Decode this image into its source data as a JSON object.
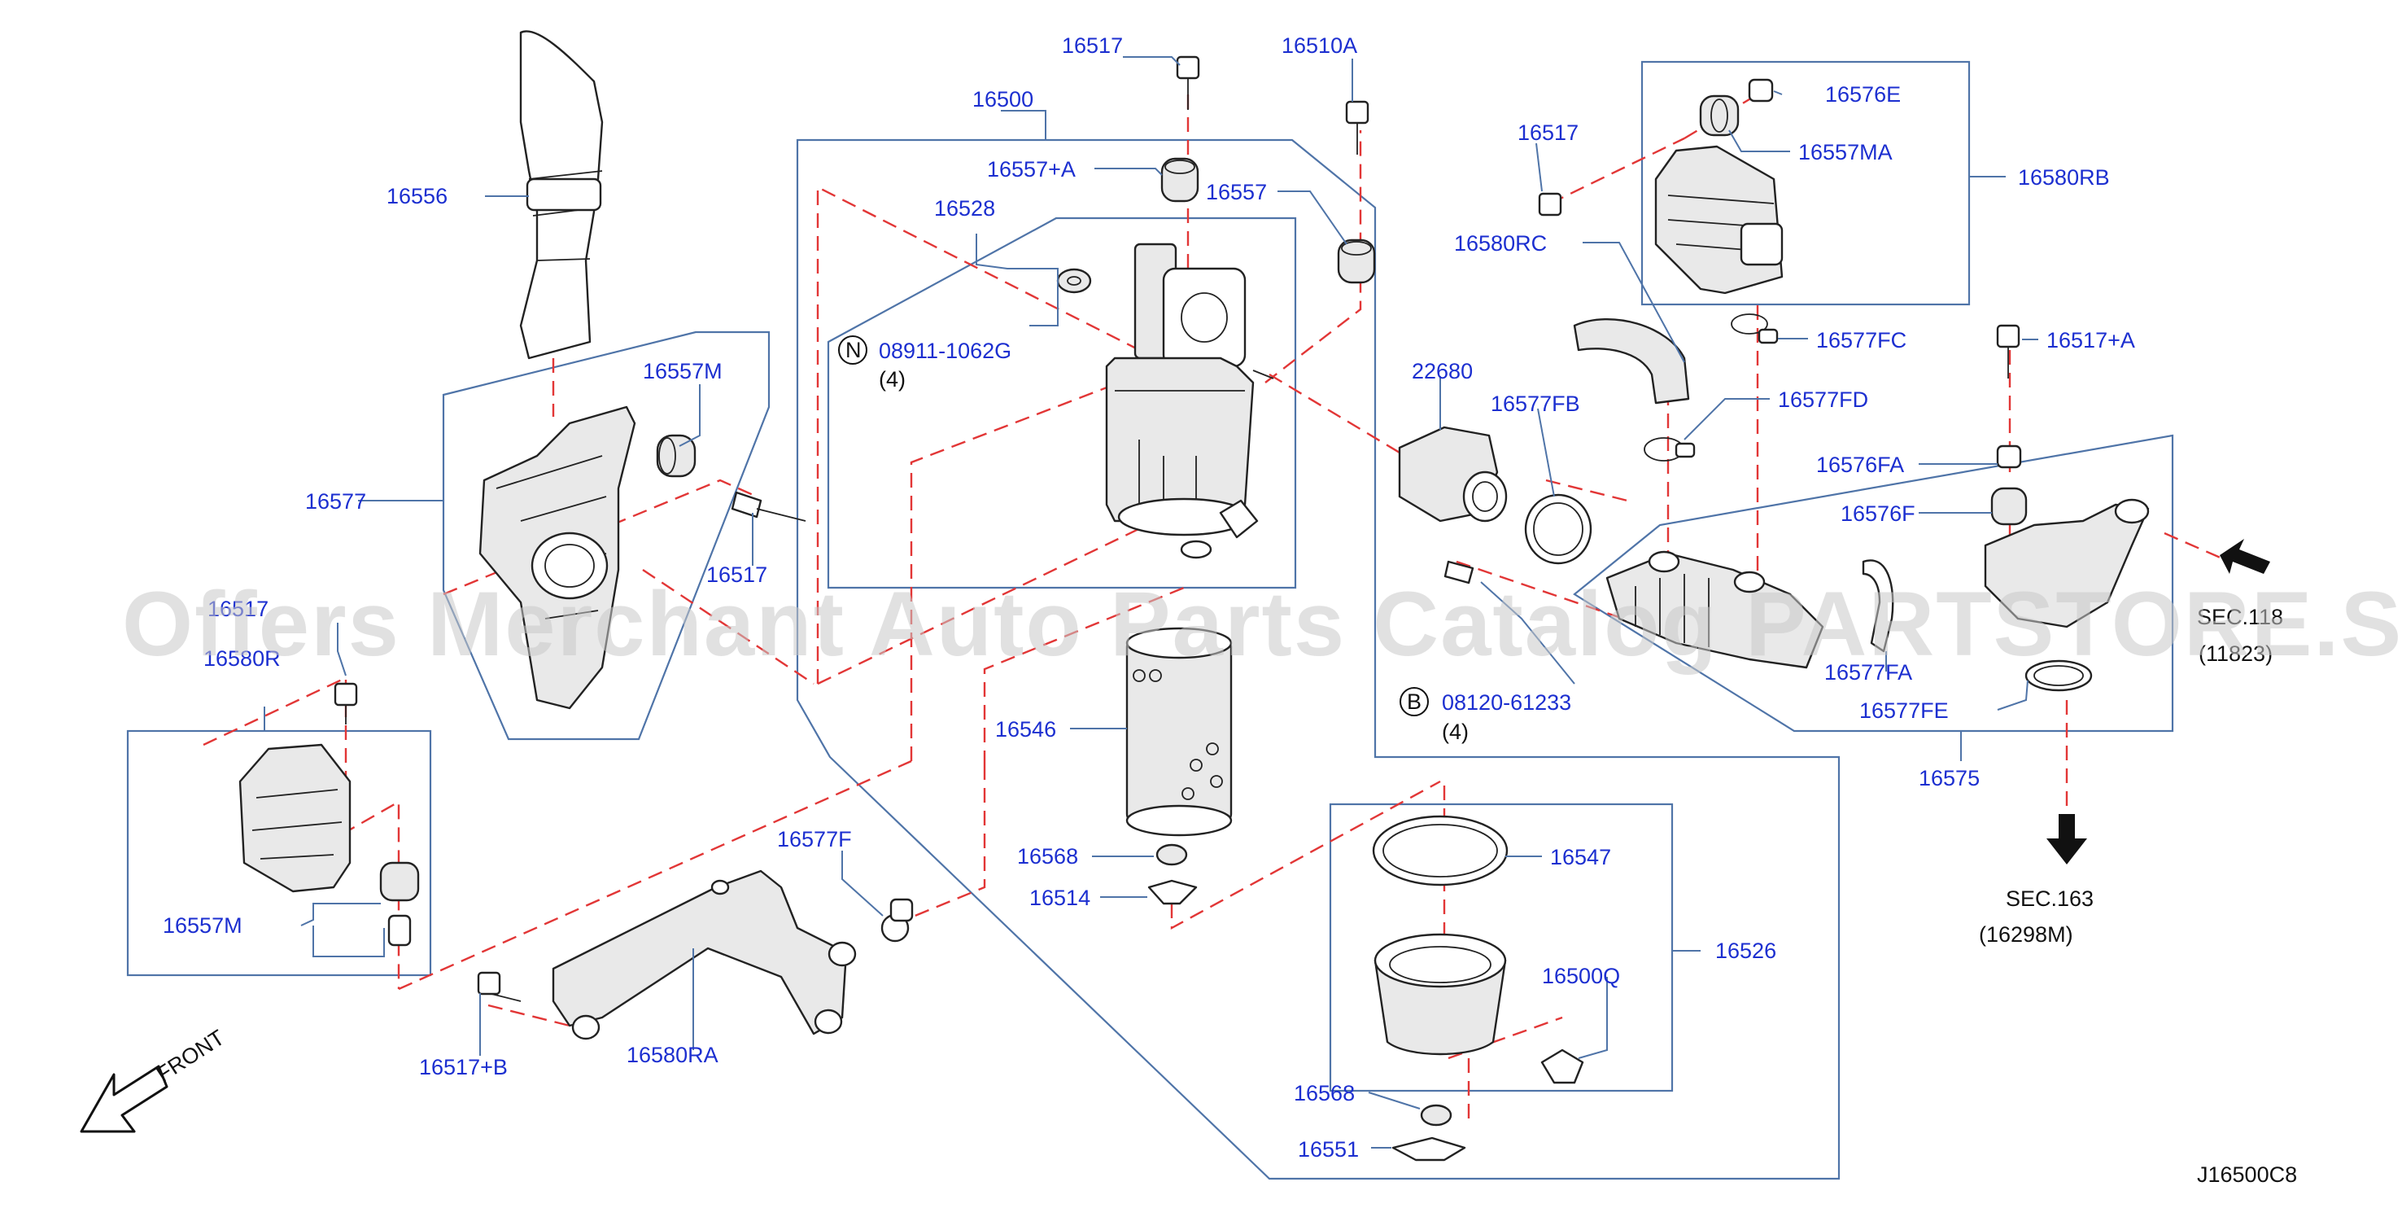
{
  "diagram_code": "J16500C8",
  "watermark": "Offers Merchant Auto Parts Catalog PARTSTORE.SA",
  "front_label": "FRONT",
  "sec_refs": {
    "right_top": "SEC.118",
    "right_top_sub": "(11823)",
    "bottom": "SEC.163",
    "bottom_sub": "(16298M)"
  },
  "special_labels": {
    "n_symbol": "N",
    "n_part": "08911-1062G",
    "n_qty": "(4)",
    "b_symbol": "B",
    "b_part": "08120-61233",
    "b_qty": "(4)"
  },
  "labels": {
    "p16556": "16556",
    "p16557M_top": "16557M",
    "p16577": "16577",
    "p16517_left": "16517",
    "p16517_farleft": "16517",
    "p16580R": "16580R",
    "p16557M_bottom": "16557M",
    "p16517_top": "16517",
    "p16510A": "16510A",
    "p16500": "16500",
    "p16557A": "16557+A",
    "p16557": "16557",
    "p16528": "16528",
    "p16546": "16546",
    "p16568_mid": "16568",
    "p16514": "16514",
    "p16577F": "16577F",
    "p16517B": "16517+B",
    "p16580RA": "16580RA",
    "p16547": "16547",
    "p16526": "16526",
    "p16500Q": "16500Q",
    "p16568_bottom": "16568",
    "p16551": "16551",
    "p16517_right": "16517",
    "p16576E": "16576E",
    "p16557MA": "16557MA",
    "p16580RB": "16580RB",
    "p16580RC": "16580RC",
    "p16577FC": "16577FC",
    "p22680": "22680",
    "p16577FB": "16577FB",
    "p16577FD": "16577FD",
    "p16517A": "16517+A",
    "p16576FA": "16576FA",
    "p16576F": "16576F",
    "p16577FA": "16577FA",
    "p16577FE": "16577FE",
    "p16575": "16575"
  }
}
